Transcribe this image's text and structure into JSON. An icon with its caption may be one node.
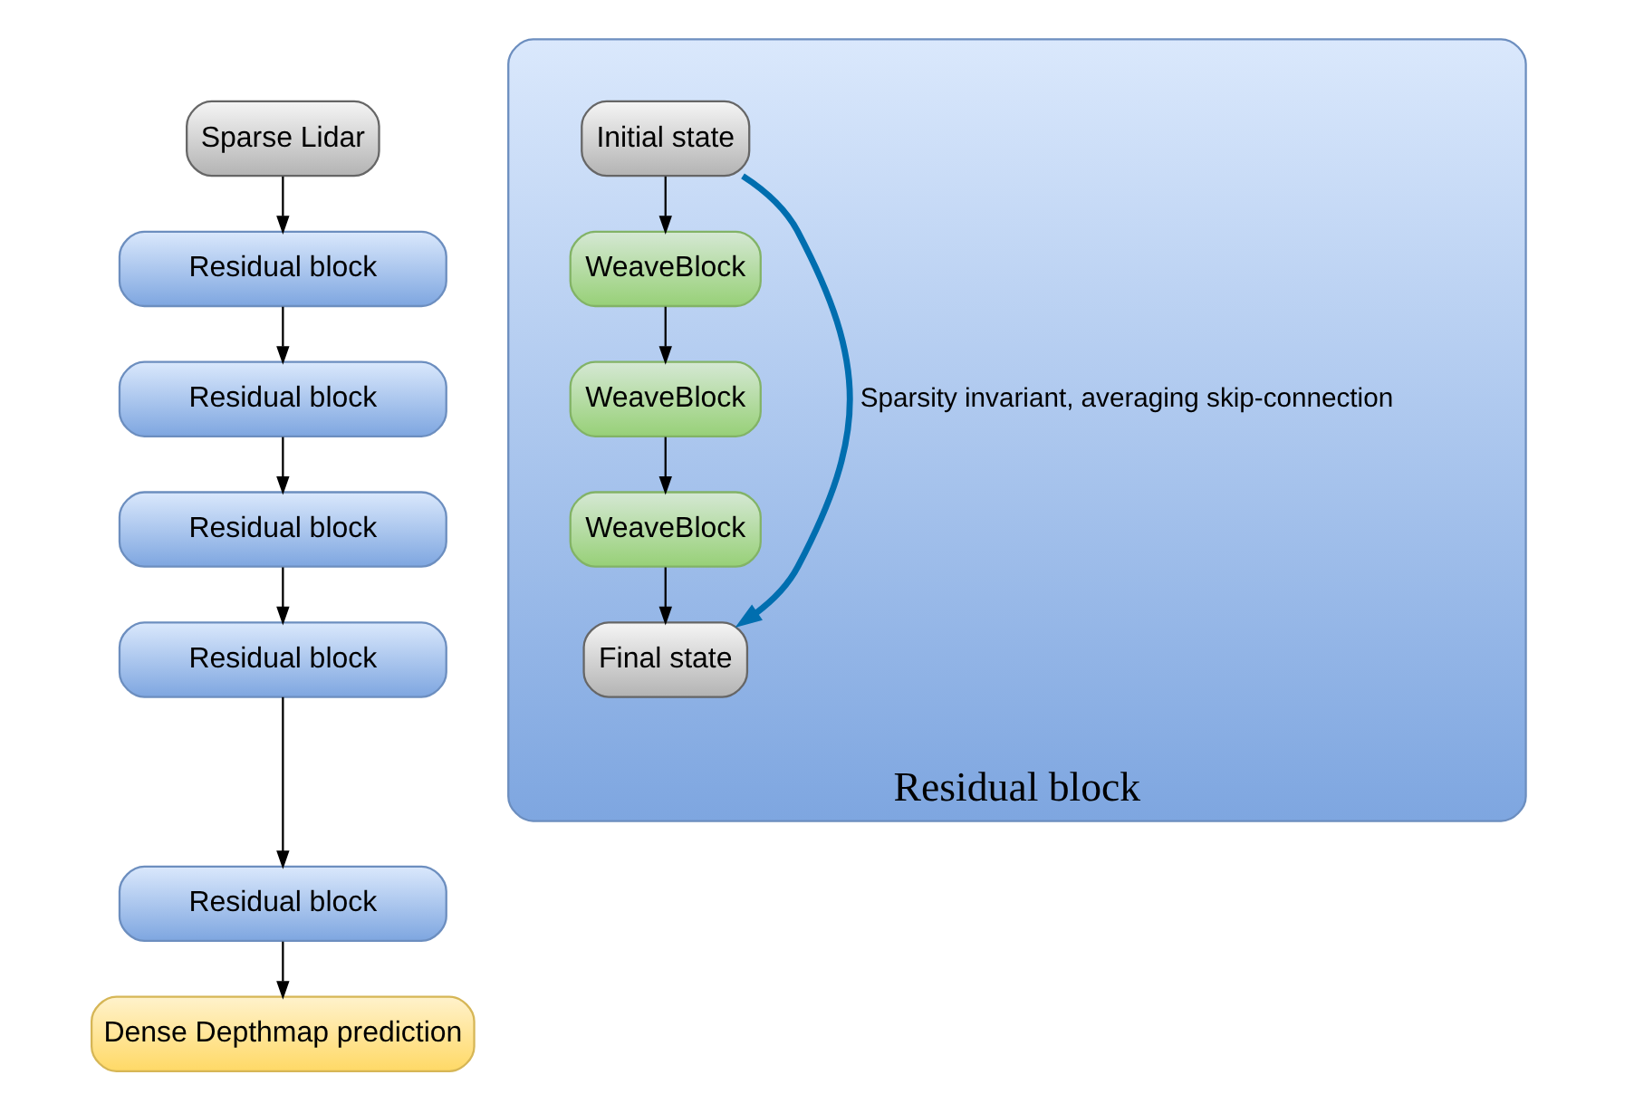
{
  "diagram": {
    "nodes": [
      {
        "text": [
          "Sparse Lidar"
        ]
      },
      {
        "text": [
          "Residual block"
        ]
      },
      {
        "text": [
          "Residual block"
        ]
      },
      {
        "text": [
          "Residual block"
        ]
      },
      {
        "text": [
          "Residual block"
        ]
      },
      {
        "text": [
          "Residual block"
        ]
      },
      {
        "text": [
          "Dense Depthmap prediction"
        ]
      },
      {
        "text": [
          "Residual block"
        ]
      },
      {
        "text": [
          "Initial state"
        ],
        "in": 7
      },
      {
        "text": [
          "WeaveBlock"
        ],
        "in": 7
      },
      {
        "text": [
          "WeaveBlock"
        ],
        "in": 7
      },
      {
        "text": [
          "WeaveBlock"
        ],
        "in": 7
      },
      {
        "text": [
          "Final state"
        ],
        "in": 7
      }
    ],
    "edges": [
      {
        "from": 0,
        "to": 1,
        "arrow": "to"
      },
      {
        "from": 1,
        "to": 2,
        "arrow": "to"
      },
      {
        "from": 2,
        "to": 3,
        "arrow": "to"
      },
      {
        "from": 3,
        "to": 4,
        "arrow": "to"
      },
      {
        "from": 4,
        "to": 5,
        "arrow": "to"
      },
      {
        "from": 5,
        "to": 6,
        "arrow": "to"
      },
      {
        "from": 8,
        "to": 9,
        "arrow": "to"
      },
      {
        "from": 9,
        "to": 10,
        "arrow": "to"
      },
      {
        "from": 10,
        "to": 11,
        "arrow": "to"
      },
      {
        "from": 11,
        "to": 12,
        "arrow": "to"
      },
      {
        "from": 8,
        "to": 12,
        "arrow": "to",
        "label": "Sparsity invariant, averaging skip-connection",
        "style": "thick",
        "color": "#006eaf"
      }
    ]
  }
}
